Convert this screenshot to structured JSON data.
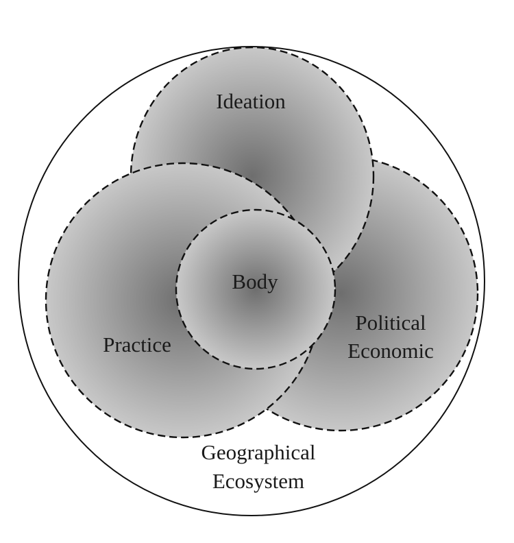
{
  "labels": {
    "ideation": "Ideation",
    "practice": "Practice",
    "political_line1": "Political",
    "political_line2": "Economic",
    "body": "Body",
    "geo_line1": "Geographical",
    "geo_line2": "Ecosystem"
  },
  "colors": {
    "background": "#ffffff",
    "outline": "#111111",
    "fill_center": "#6e6e6e",
    "fill_edge": "#c8c8c8"
  }
}
